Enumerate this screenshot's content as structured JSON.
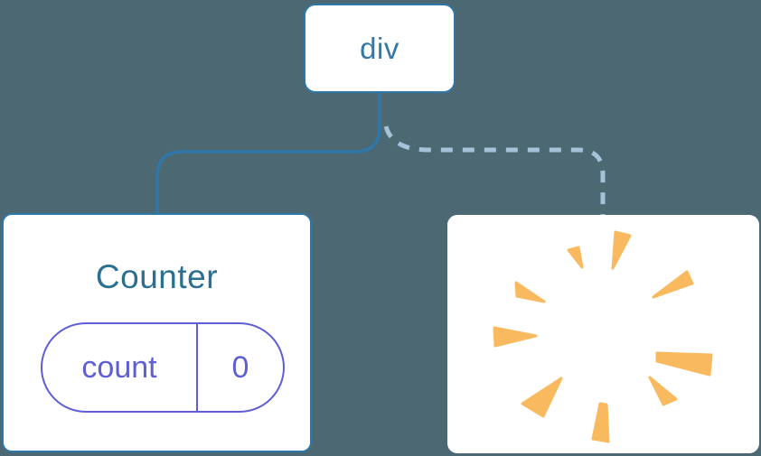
{
  "diagram": {
    "root_node": {
      "label": "div"
    },
    "counter_node": {
      "title": "Counter",
      "state": {
        "key": "count",
        "value": "0"
      }
    },
    "destroyed_node": {
      "icon": "poof-starburst-icon"
    },
    "links": {
      "to_counter": "solid",
      "to_destroyed": "dashed"
    }
  },
  "palette": {
    "background": "#4C6973",
    "node_bg": "#FFFFFF",
    "node_border": "#2E77A8",
    "div_text": "#3279A8",
    "title_text": "#2A7090",
    "state_purple": "#5E5FD4",
    "dashed_line": "#A5C3D8",
    "poof_orange": "#F9BA5F"
  }
}
